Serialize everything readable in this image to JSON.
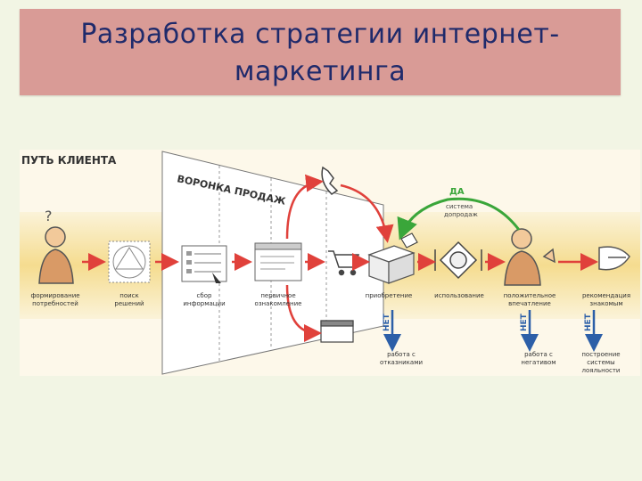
{
  "slide": {
    "title_line1": "Разработка стратегии интернет-",
    "title_line2": "маркетинга"
  },
  "diagram": {
    "heading": "ПУТЬ КЛИЕНТА",
    "funnel_label": "ВОРОНКА ПРОДАЖ",
    "yes_label": "ДА",
    "yes_caption_line1": "система",
    "yes_caption_line2": "допродаж",
    "no_label": "НЕТ",
    "steps": [
      {
        "line1": "формирование",
        "line2": "потребностей"
      },
      {
        "line1": "поиск",
        "line2": "решений"
      },
      {
        "line1": "сбор",
        "line2": "информации"
      },
      {
        "line1": "первичное",
        "line2": "ознакомление"
      },
      {
        "line1": "приобретение",
        "line2": ""
      },
      {
        "line1": "использование",
        "line2": ""
      },
      {
        "line1": "положительное",
        "line2": "впечатление"
      },
      {
        "line1": "рекомендация",
        "line2": "знакомым"
      }
    ],
    "bottom_notes": [
      {
        "line1": "работа с",
        "line2": "отказниками",
        "line3": ""
      },
      {
        "line1": "работа с",
        "line2": "негативом",
        "line3": ""
      },
      {
        "line1": "построение",
        "line2": "системы",
        "line3": "лояльности"
      }
    ],
    "colors": {
      "arrow_red": "#e0413b",
      "arrow_green": "#3aa63a",
      "arrow_blue": "#2c5fa8",
      "band": "#f3d98a",
      "heading": "#333333"
    }
  }
}
